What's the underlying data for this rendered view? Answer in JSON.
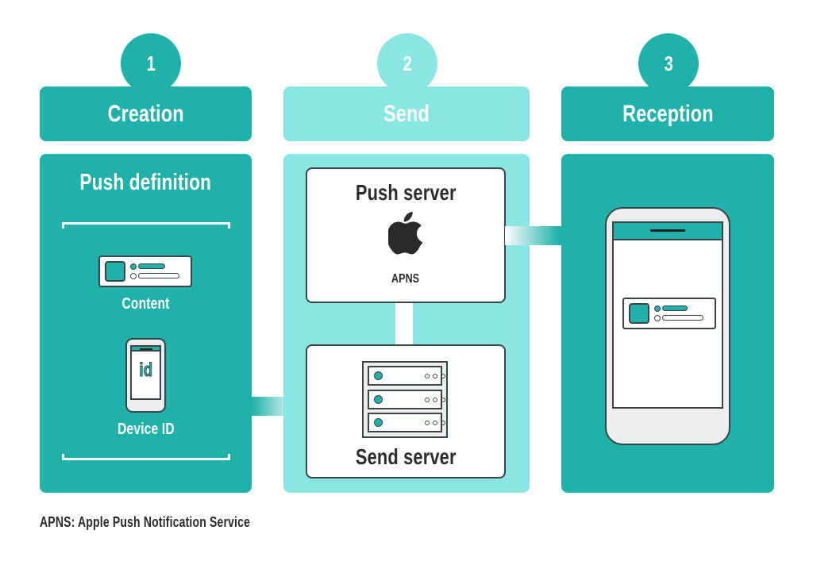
{
  "colors": {
    "teal_dark": "#20b2aa",
    "teal_light": "#89e6e2",
    "outline": "#3a4347",
    "text_dark": "#2b2b2b"
  },
  "steps": [
    {
      "number": "1",
      "title": "Creation"
    },
    {
      "number": "2",
      "title": "Send"
    },
    {
      "number": "3",
      "title": "Reception"
    }
  ],
  "creation": {
    "section_title": "Push definition",
    "items": [
      {
        "label": "Content",
        "icon": "notification-card-icon"
      },
      {
        "label": "Device ID",
        "icon": "phone-id-icon",
        "icon_text": "id"
      }
    ]
  },
  "send": {
    "push_server": {
      "title": "Push server",
      "icon": "apple-logo-icon",
      "subtitle": "APNS"
    },
    "send_server": {
      "title": "Send server",
      "icon": "server-rack-icon"
    }
  },
  "reception": {
    "icon": "smartphone-notification-icon"
  },
  "footnote": "APNS: Apple Push Notification Service"
}
